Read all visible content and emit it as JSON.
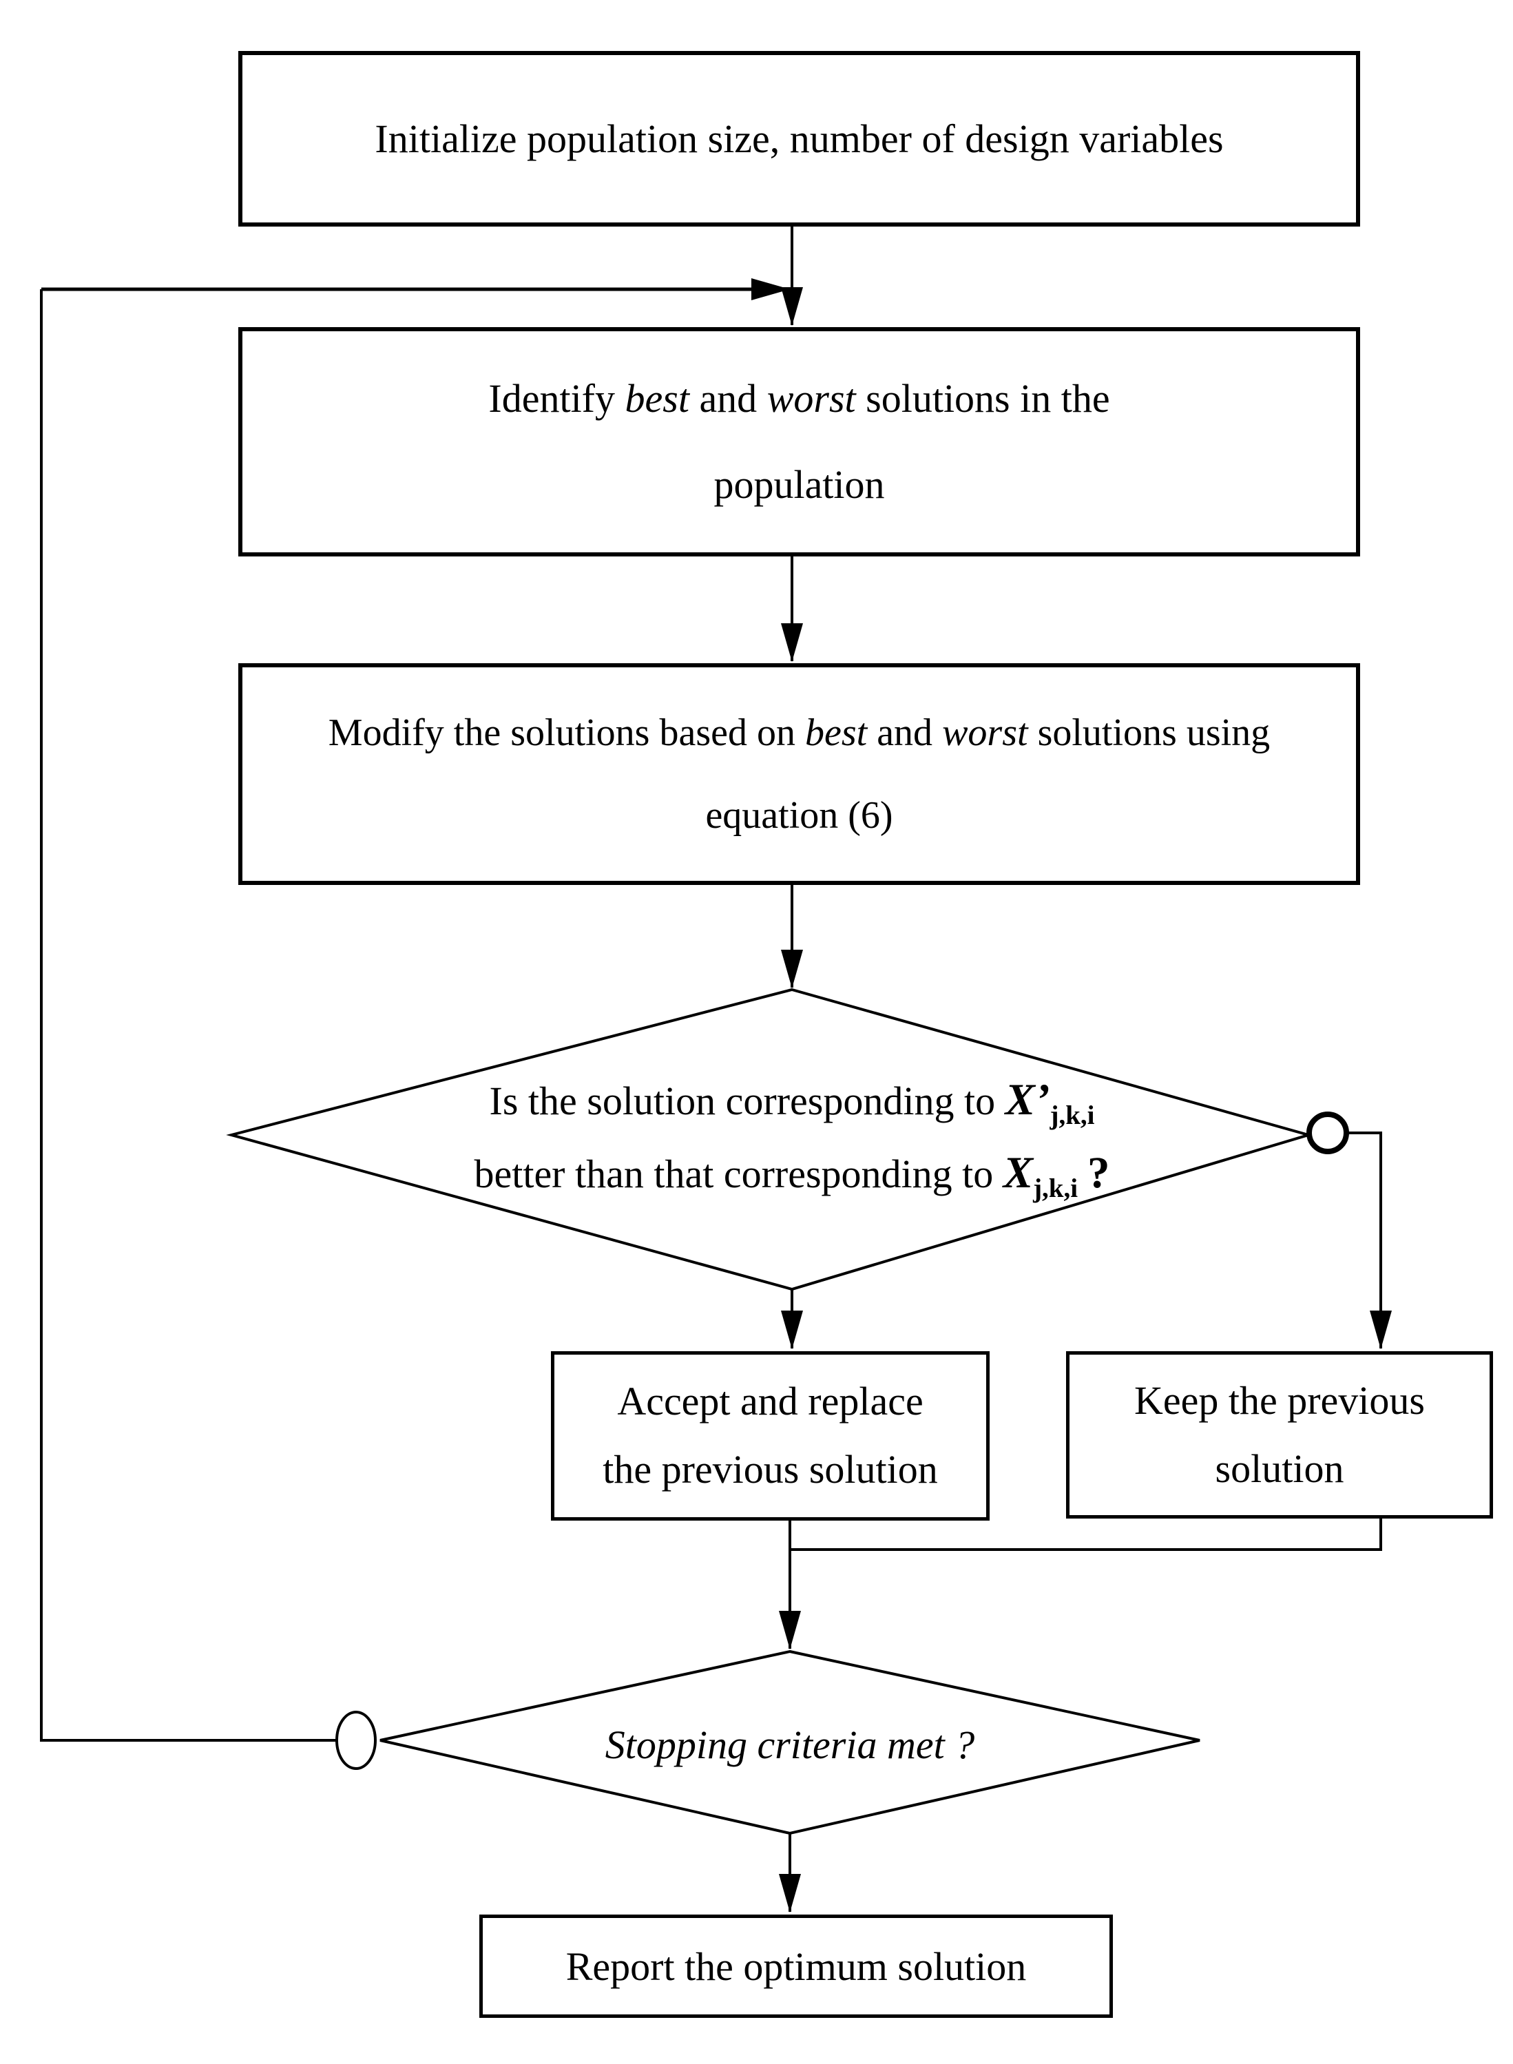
{
  "page": {
    "background": "#ffffff",
    "line_color": "#000000"
  },
  "flowchart": {
    "step_init": {
      "text": "Initialize population size, number of design variables"
    },
    "step_identify": {
      "seg1": "Identify ",
      "seg2": "best",
      "seg3": " and ",
      "seg4": "worst",
      "seg5": " solutions in the",
      "line2": "population"
    },
    "step_modify": {
      "seg1": "Modify the solutions based on ",
      "seg2": "best",
      "seg3": " and ",
      "seg4": "worst",
      "seg5": " solutions using",
      "line2": "equation (6)"
    },
    "decision_compare": {
      "line1_text": "Is the solution corresponding to ",
      "line1_var": "X’",
      "line1_sub": "j,k,i",
      "line2_text": "better than that corresponding to ",
      "line2_var": "X",
      "line2_sub": "j,k,i",
      "line2_question": "?"
    },
    "step_accept": {
      "line1": "Accept and replace",
      "line2": "the previous solution"
    },
    "step_keep": {
      "line1": "Keep the previous",
      "line2": "solution"
    },
    "decision_stop": {
      "text": "Stopping criteria met ?"
    },
    "step_report": {
      "text": "Report the optimum solution"
    }
  }
}
